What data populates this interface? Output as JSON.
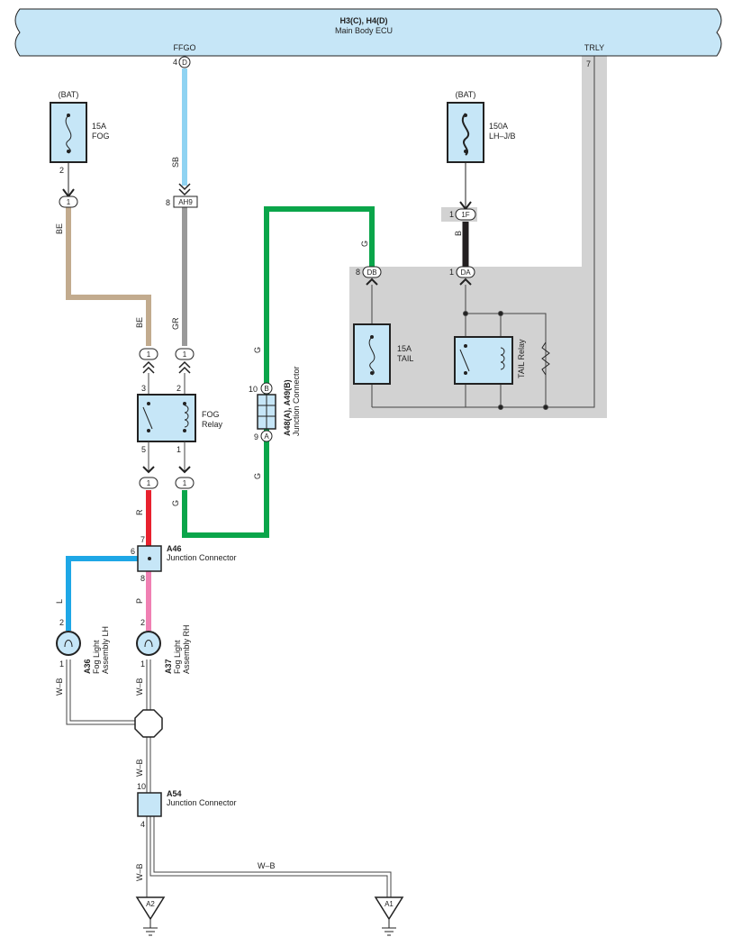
{
  "ecu": {
    "title": "H3(C), H4(D)",
    "subtitle": "Main Body ECU",
    "pin_ffgo": "FFGO",
    "pin_trly": "TRLY",
    "pin_num_4": "4",
    "conn_d": "D",
    "pin_num_7": "7"
  },
  "fuse_fog": {
    "source": "(BAT)",
    "rating": "15A",
    "name": "FOG",
    "pin": "2",
    "conn": "1"
  },
  "fuse_lhjb": {
    "source": "(BAT)",
    "rating": "150A",
    "name": "LH–J/B",
    "pin": "1",
    "conn": "1F"
  },
  "fuse_tail": {
    "rating": "15A",
    "name": "TAIL"
  },
  "tail_relay": {
    "name": "TAIL Relay"
  },
  "tail_box": {
    "pin_db_num": "8",
    "pin_db": "DB",
    "pin_da_num": "1",
    "pin_da": "DA"
  },
  "conn_ah9": {
    "num": "8",
    "name": "AH9"
  },
  "fog_relay": {
    "name1": "FOG",
    "name2": "Relay",
    "pin3": "3",
    "pin2": "2",
    "pin5": "5",
    "pin1": "1",
    "c_top_left": "1",
    "c_top_right": "1",
    "c_bot_left": "1",
    "c_bot_right": "1"
  },
  "jc_a48": {
    "title": "A48(A), A49(B)",
    "subtitle": "Junction Connector",
    "pin10": "10",
    "b": "B",
    "pin9": "9",
    "a": "A"
  },
  "jc_a46": {
    "title": "A46",
    "subtitle": "Junction Connector",
    "pin7": "7",
    "pin6": "6",
    "pin8": "8"
  },
  "fog_lh": {
    "code": "A36",
    "name1": "Fog Light",
    "name2": "Assembly LH",
    "pin2": "2",
    "pin1": "1"
  },
  "fog_rh": {
    "code": "A37",
    "name1": "Fog Light",
    "name2": "Assembly RH",
    "pin2": "2",
    "pin1": "1"
  },
  "jc_a54": {
    "title": "A54",
    "subtitle": "Junction Connector",
    "pin10": "10",
    "pin4": "4"
  },
  "grounds": {
    "a2": "A2",
    "a1": "A1"
  },
  "wires": {
    "sb": "SB",
    "gr": "GR",
    "be1": "BE",
    "be2": "BE",
    "g1": "G",
    "g2": "G",
    "g3": "G",
    "g4": "G",
    "b": "B",
    "r": "R",
    "l": "L",
    "p": "P",
    "wb1": "W–B",
    "wb2": "W–B",
    "wb3": "W–B",
    "wb4": "W–B",
    "wb5": "W–B"
  },
  "colors": {
    "ecu_fill": "#c6e6f7",
    "component_fill": "#c6e6f7",
    "sb": "#8fd3f2",
    "gr": "#999999",
    "be": "#c2ab8e",
    "g": "#0aa54a",
    "b": "#231f20",
    "r": "#e8212e",
    "l": "#1ea7e6",
    "p": "#f080b3",
    "shade": "#d2d2d2"
  }
}
